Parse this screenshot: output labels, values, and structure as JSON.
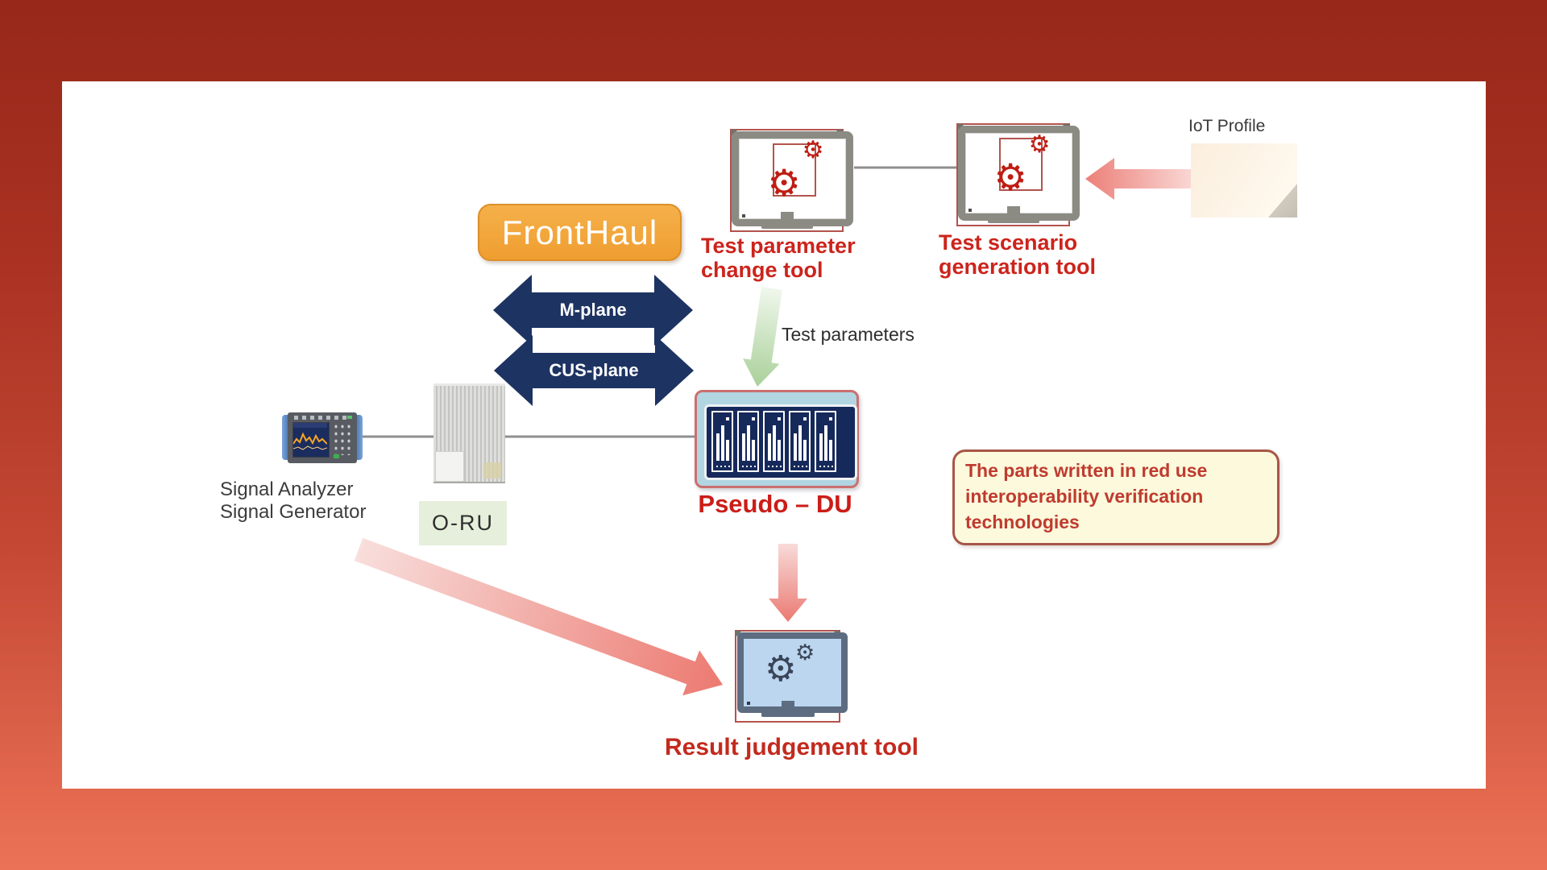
{
  "window": {
    "background_top": "#97281a",
    "background_bottom": "#ec7257",
    "canvas_background": "#ffffff"
  },
  "icons": {
    "gear_glyph": "⚙"
  },
  "colors": {
    "accent_orange": "#ef9e30",
    "navy_arrow": "#1d3362",
    "label_red": "#cc241c",
    "pink_arrow": "#ec7a72",
    "green_arrow": "#a9d099",
    "pseudo_du_fill": "#b1d6e2",
    "o_ru_label_fill": "#e6efdb",
    "note_fill": "#fcf9dc",
    "note_border": "#a85648",
    "monitor_gray": "#8b8b84",
    "result_monitor_slate": "#5d6c80"
  },
  "fronthaul": {
    "label": "FrontHaul"
  },
  "planes": {
    "m": {
      "label": "M-plane"
    },
    "cus": {
      "label": "CUS-plane"
    }
  },
  "tools": {
    "param": {
      "line1": "Test parameter",
      "line2": "change tool"
    },
    "scenario": {
      "line1": "Test scenario",
      "line2": "generation tool"
    },
    "result": {
      "label": "Result judgement tool"
    }
  },
  "iot": {
    "label": "IoT Profile"
  },
  "flows": {
    "test_parameters": "Test parameters"
  },
  "pseudo_du": {
    "label": "Pseudo – DU"
  },
  "o_ru": {
    "label": "O-RU"
  },
  "signal": {
    "line1": "Signal Analyzer",
    "line2": "Signal Generator"
  },
  "note": {
    "lines": [
      "The parts written in red use",
      "interoperability verification",
      "technologies"
    ]
  }
}
